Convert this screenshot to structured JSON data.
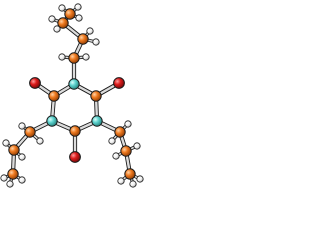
{
  "molecule": {
    "colors": {
      "background": "#ffffff",
      "bond": "#d9d9d9",
      "bond_outline": "#1a1a1a",
      "carbon": "#f07b20",
      "nitrogen": "#5fd4cf",
      "oxygen": "#dd1c1c",
      "hydrogen": "#ffffff"
    },
    "elements": [
      "carbon",
      "nitrogen",
      "oxygen",
      "hydrogen"
    ]
  }
}
